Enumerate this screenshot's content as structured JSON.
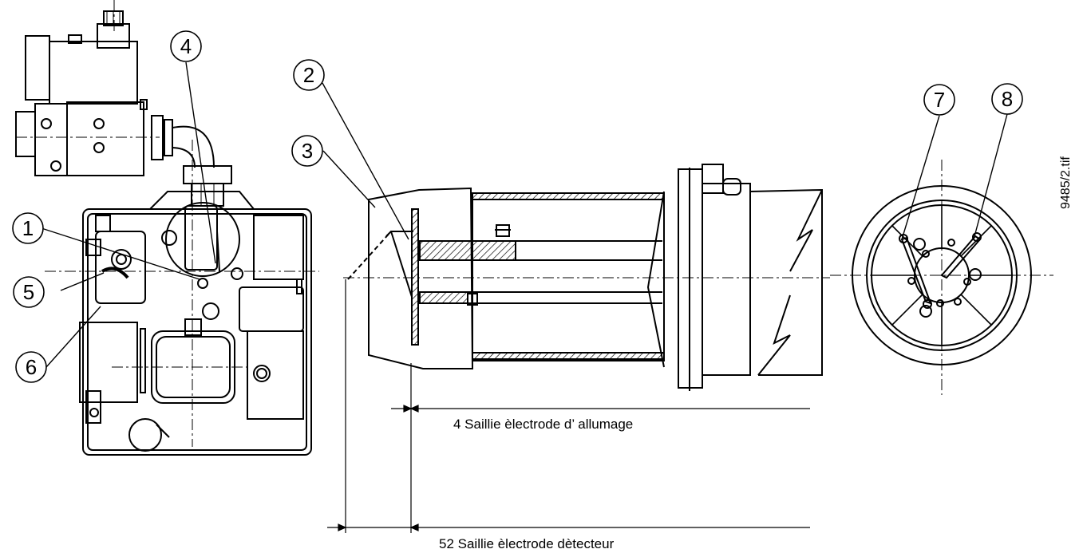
{
  "callouts": {
    "c1": "1",
    "c2": "2",
    "c3": "3",
    "c4": "4",
    "c5": "5",
    "c6": "6",
    "c7": "7",
    "c8": "8"
  },
  "dimensions": {
    "ignition": "4  Saillie èlectrode d’ allumage",
    "detector": "52  Saillie èlectrode dètecteur"
  },
  "file_ref": "9485/2.tif",
  "colors": {
    "line": "#000000",
    "background": "#ffffff"
  }
}
